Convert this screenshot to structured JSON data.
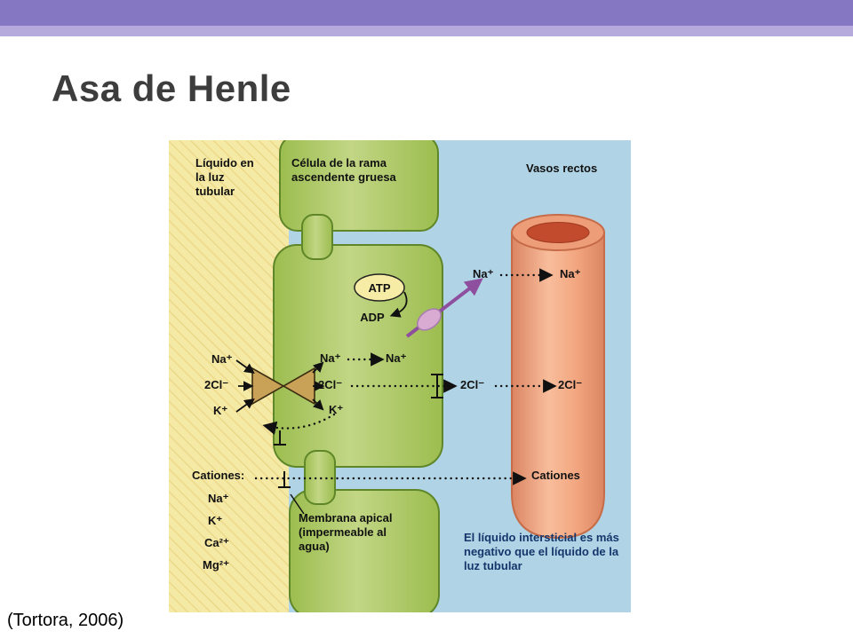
{
  "slide": {
    "title": "Asa de Henle",
    "citation": "(Tortora, 2006)"
  },
  "diagram": {
    "regions": {
      "lumen_label": "Líquido en la luz tubular",
      "cell_label": "Célula de la rama ascendente gruesa",
      "vasa_label": "Vasos rectos"
    },
    "energy": {
      "atp": "ATP",
      "adp": "ADP"
    },
    "ions": {
      "na": "Na⁺",
      "cl": "2Cl⁻",
      "k": "K⁺",
      "ca": "Ca²⁺",
      "mg": "Mg²⁺"
    },
    "cations": {
      "heading": "Cationes:",
      "right_label": "Cationes"
    },
    "notes": {
      "apical": "Membrana apical (impermeable al agua)",
      "interstitial": "El líquido intersticial es más negativo que el líquido de la luz tubular"
    },
    "colors": {
      "lumen_yellow": "#f5e9a6",
      "interstitial_blue": "#b0d4e6",
      "cell_green": "#a9c75d",
      "vasa_salmon": "#f2a67f",
      "arrow_purple": "#8e4f9e"
    }
  }
}
